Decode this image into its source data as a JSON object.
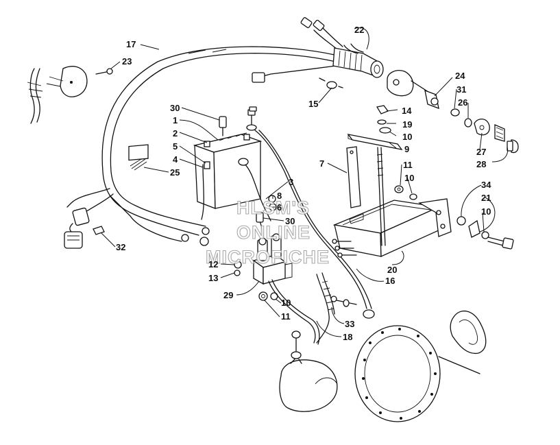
{
  "watermark": {
    "line1": "HLSM'S",
    "line2": "ONLINE",
    "line3": "MICROFICHE"
  },
  "callouts": [
    {
      "id": "c1",
      "label": "1"
    },
    {
      "id": "c2",
      "label": "2"
    },
    {
      "id": "c3",
      "label": "3"
    },
    {
      "id": "c4",
      "label": "4"
    },
    {
      "id": "c5",
      "label": "5"
    },
    {
      "id": "c6",
      "label": "6"
    },
    {
      "id": "c7",
      "label": "7"
    },
    {
      "id": "c8",
      "label": "8"
    },
    {
      "id": "c9",
      "label": "9"
    },
    {
      "id": "c10a",
      "label": "10"
    },
    {
      "id": "c10b",
      "label": "10"
    },
    {
      "id": "c10c",
      "label": "10"
    },
    {
      "id": "c10d",
      "label": "10"
    },
    {
      "id": "c11a",
      "label": "11"
    },
    {
      "id": "c11b",
      "label": "11"
    },
    {
      "id": "c12",
      "label": "12"
    },
    {
      "id": "c13",
      "label": "13"
    },
    {
      "id": "c14",
      "label": "14"
    },
    {
      "id": "c15",
      "label": "15"
    },
    {
      "id": "c16",
      "label": "16"
    },
    {
      "id": "c17",
      "label": "17"
    },
    {
      "id": "c18",
      "label": "18"
    },
    {
      "id": "c19",
      "label": "19"
    },
    {
      "id": "c20",
      "label": "20"
    },
    {
      "id": "c21",
      "label": "21"
    },
    {
      "id": "c22",
      "label": "22"
    },
    {
      "id": "c23",
      "label": "23"
    },
    {
      "id": "c24",
      "label": "24"
    },
    {
      "id": "c25",
      "label": "25"
    },
    {
      "id": "c26",
      "label": "26"
    },
    {
      "id": "c27",
      "label": "27"
    },
    {
      "id": "c28",
      "label": "28"
    },
    {
      "id": "c29",
      "label": "29"
    },
    {
      "id": "c30a",
      "label": "30"
    },
    {
      "id": "c30b",
      "label": "30"
    },
    {
      "id": "c31",
      "label": "31"
    },
    {
      "id": "c32",
      "label": "32"
    },
    {
      "id": "c33",
      "label": "33"
    },
    {
      "id": "c34",
      "label": "34"
    }
  ]
}
